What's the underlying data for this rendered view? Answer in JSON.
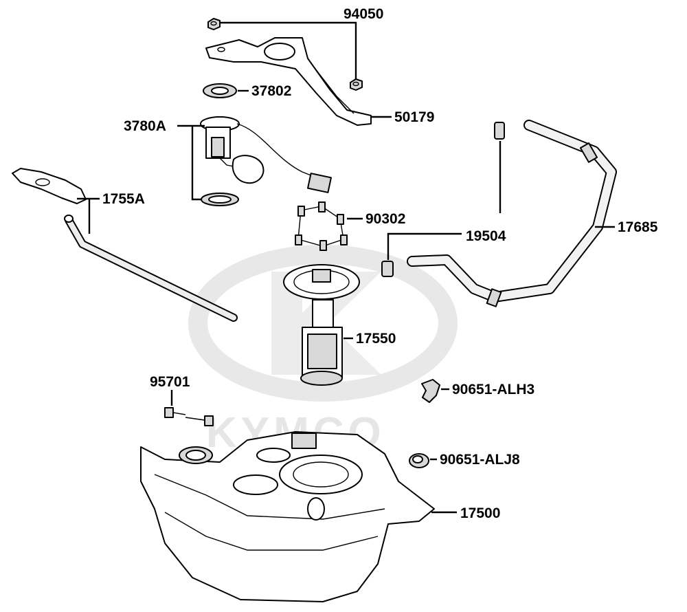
{
  "watermark": {
    "brand": "KYMCO",
    "logo_icon": "kymco-k-logo"
  },
  "callouts": {
    "c94050": "94050",
    "c37802": "37802",
    "c50179": "50179",
    "c3780A": "3780A",
    "c1755A": "1755A",
    "c90302": "90302",
    "c19504": "19504",
    "c17685": "17685",
    "c17550": "17550",
    "c95701": "95701",
    "c90651ALH3": "90651-ALH3",
    "c90651ALJ8": "90651-ALJ8",
    "c17500": "17500"
  }
}
